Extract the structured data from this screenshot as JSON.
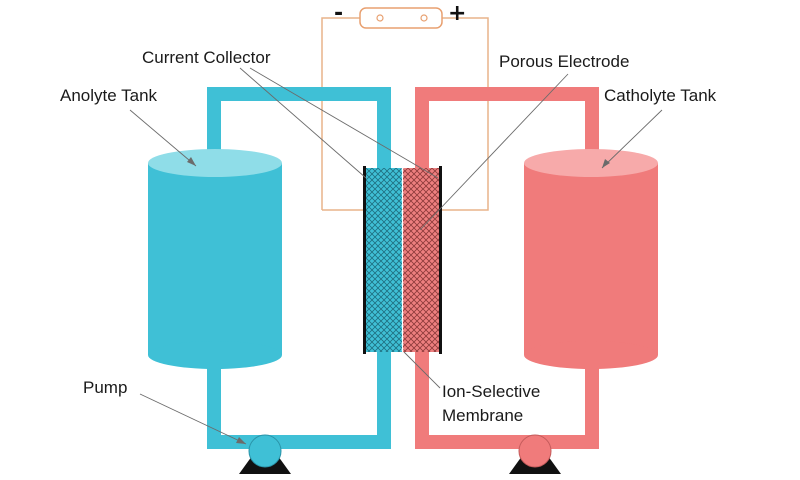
{
  "diagram": {
    "labels": {
      "current_collector": "Current Collector",
      "porous_electrode": "Porous Electrode",
      "anolyte_tank": "Anolyte Tank",
      "catholyte_tank": "Catholyte Tank",
      "pump": "Pump",
      "membrane_line1": "Ion-Selective",
      "membrane_line2": "Membrane"
    },
    "battery": {
      "minus": "-",
      "plus": "+"
    },
    "colors": {
      "anolyte": "#3fc0d6",
      "anolyte_top": "#8fdde8",
      "catholyte": "#f07b7b",
      "catholyte_top": "#f7aaaa",
      "circuit_wire": "#e8b48a",
      "pump_base": "#111111"
    }
  }
}
